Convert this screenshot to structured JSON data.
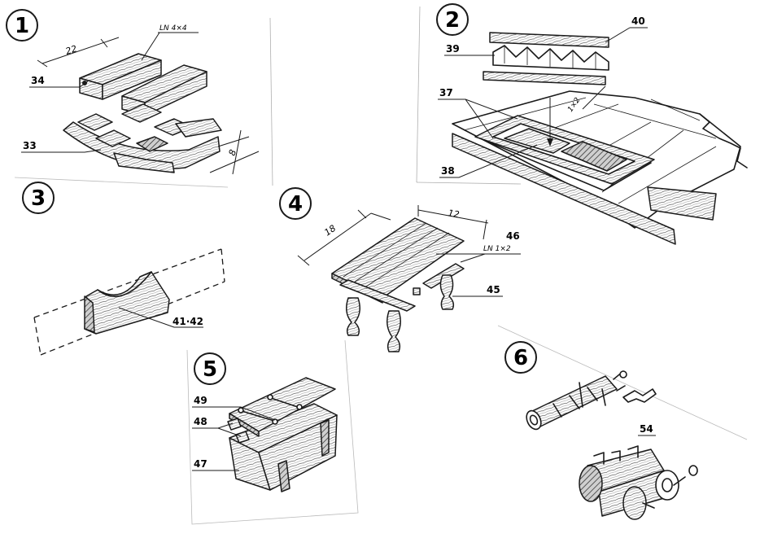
{
  "steps": [
    {
      "number": "1"
    },
    {
      "number": "2"
    },
    {
      "number": "3"
    },
    {
      "number": "4"
    },
    {
      "number": "5"
    },
    {
      "number": "6"
    }
  ],
  "step1": {
    "callouts": {
      "part34": "34",
      "part33": "33"
    },
    "spec": "LN 4×4",
    "dims": {
      "length": "22",
      "height": "8"
    }
  },
  "step2": {
    "callouts": {
      "part40": "40",
      "part39": "39",
      "part37": "37",
      "part38": "38"
    },
    "spec": "1×2"
  },
  "step3": {
    "callouts": {
      "part41_42": "41·42"
    }
  },
  "step4": {
    "callouts": {
      "part46": "46",
      "part45": "45"
    },
    "spec": "LN 1×2",
    "dims": {
      "length": "18",
      "width": "12"
    }
  },
  "step5": {
    "callouts": {
      "part49": "49",
      "part48": "48",
      "part47": "47"
    }
  },
  "step6": {
    "callouts": {
      "part54": "54"
    }
  }
}
